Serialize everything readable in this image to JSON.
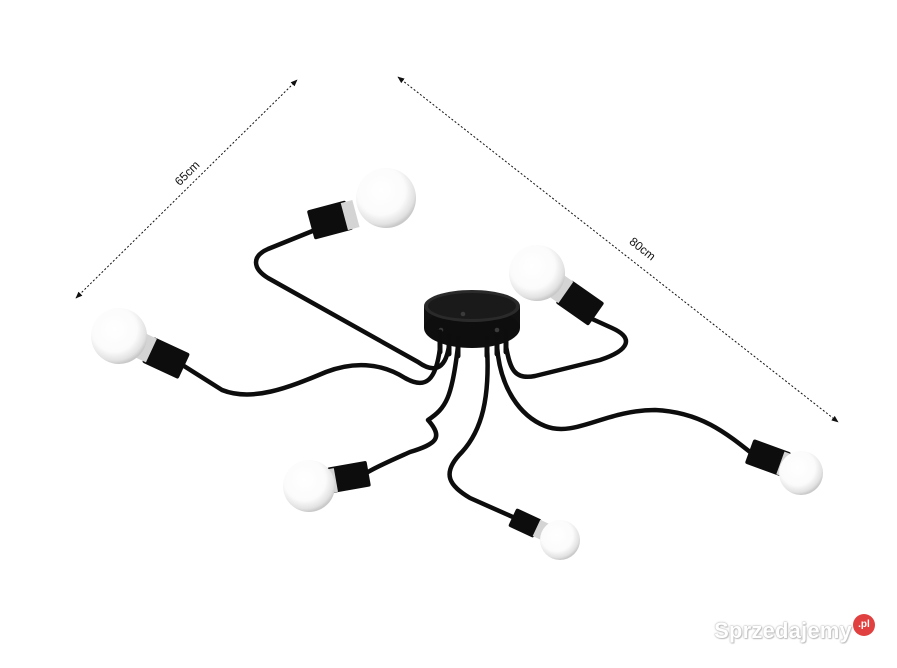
{
  "dimensions": {
    "width_label": "65cm",
    "length_label": "80cm"
  },
  "product": {
    "arm_count": 6,
    "metal_color": "#0d0d0d",
    "bulb_color": "#ffffff"
  },
  "watermark": {
    "text": "Sprzedajemy",
    "badge": ".pl",
    "badge_color": "#e0403f"
  }
}
